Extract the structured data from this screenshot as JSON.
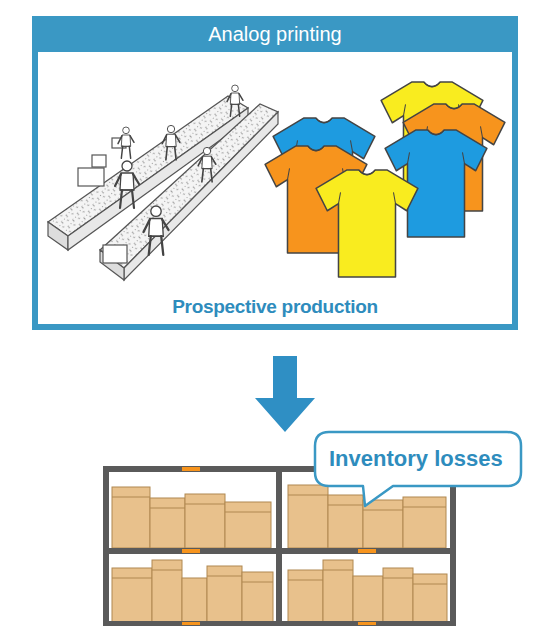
{
  "diagram": {
    "nodes": [
      {
        "text": [
          "Analog printing",
          "Prospective production"
        ]
      },
      {
        "text": [
          "Inventory losses"
        ]
      }
    ]
  }
}
